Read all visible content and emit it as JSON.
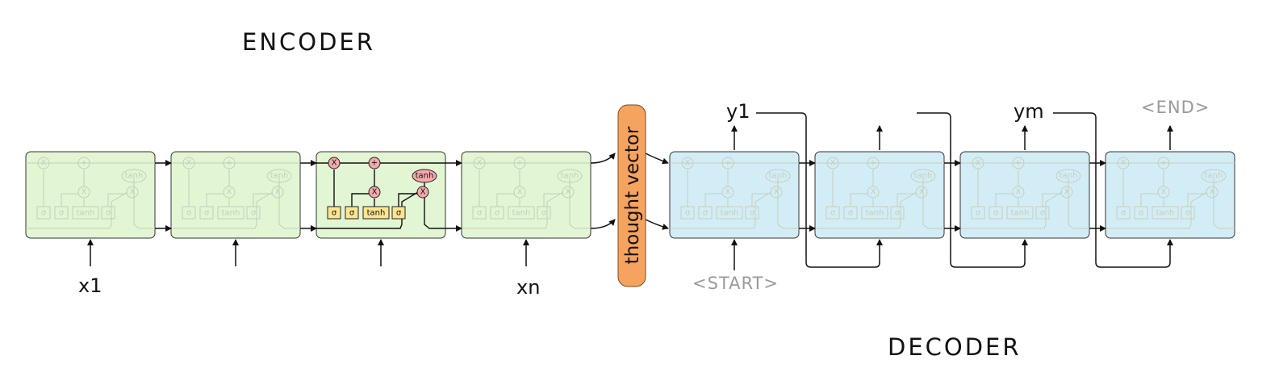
{
  "titles": {
    "encoder": "ENCODER",
    "decoder": "DECODER"
  },
  "thought_vector": {
    "label": "thought vector",
    "color": "#f5a35e"
  },
  "encoder": {
    "inputs": [
      "x1",
      "",
      "",
      "xn"
    ],
    "fill_color": "#e2f6d3",
    "highlight_cell": 2,
    "gate_labels": [
      "σ",
      "σ",
      "tanh",
      "σ"
    ],
    "op_labels": {
      "multiply": "X",
      "add": "+",
      "tanh": "tanh"
    }
  },
  "decoder": {
    "start_token": "<START>",
    "end_token": "<END>",
    "outputs": [
      "y1",
      "",
      "ym",
      ""
    ],
    "fill_color": "#d3edf7"
  },
  "colors": {
    "gate_fill": "#fde58f",
    "op_fill": "#f6a8ad",
    "faded_stroke": "#c8d8bb",
    "arrow": "#111111"
  },
  "icons": {
    "arrow": "arrowhead-icon"
  }
}
